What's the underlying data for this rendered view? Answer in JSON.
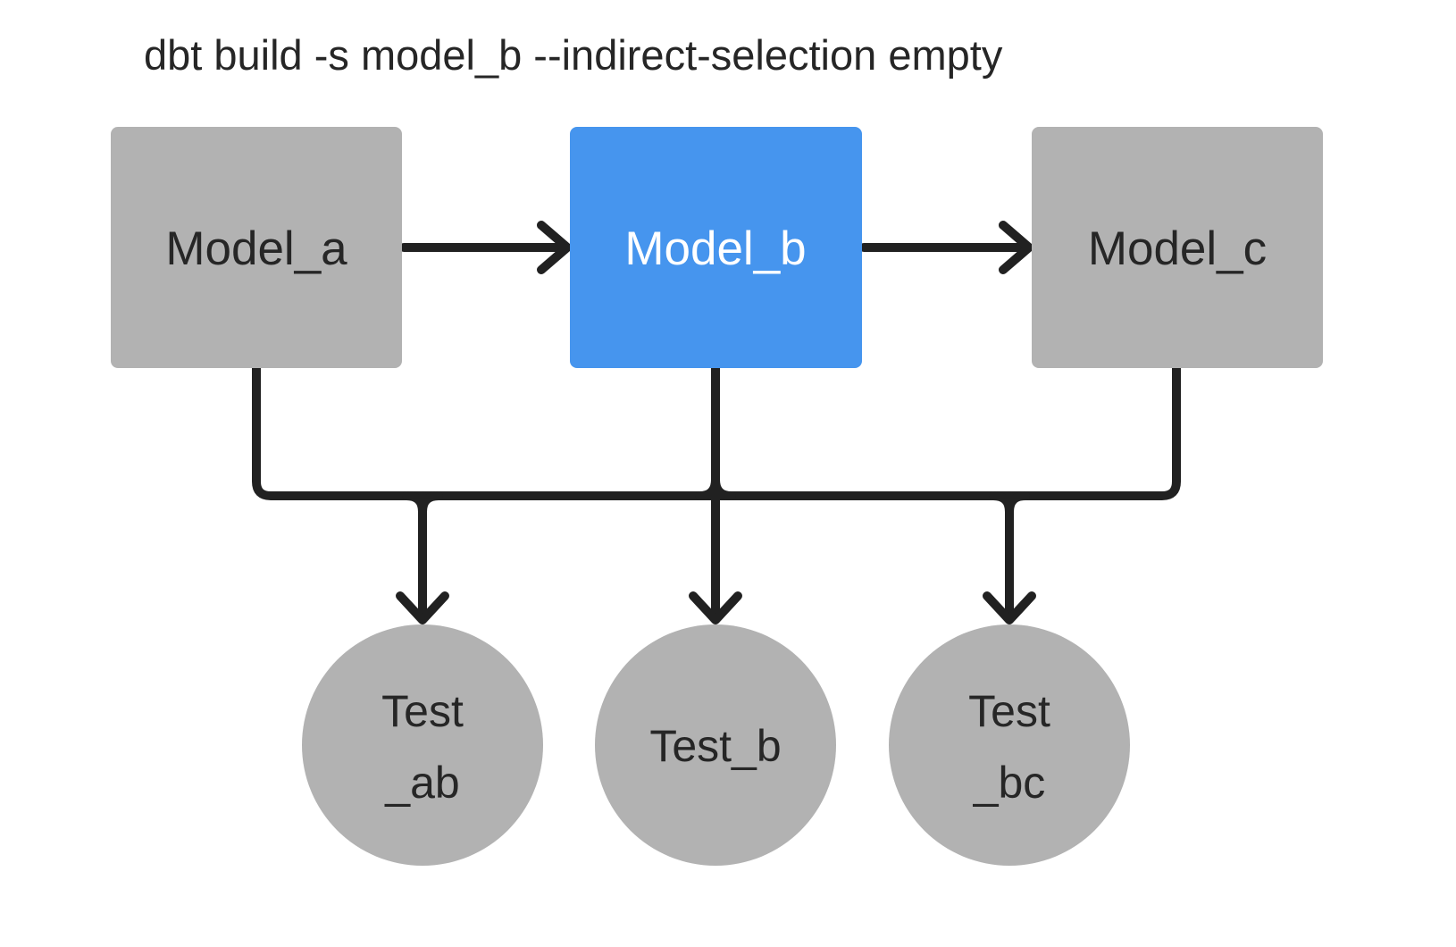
{
  "title": "dbt build -s model_b --indirect-selection empty",
  "colors": {
    "background": "#ffffff",
    "node_gray": "#b2b2b2",
    "node_selected_blue": "#4695ee",
    "edge_dark": "#212121",
    "text_dark": "#262626",
    "text_light": "#ffffff"
  },
  "nodes": {
    "models": [
      {
        "id": "model_a",
        "label": "Model_a",
        "shape": "rect",
        "state": "unselected"
      },
      {
        "id": "model_b",
        "label": "Model_b",
        "shape": "rect",
        "state": "selected"
      },
      {
        "id": "model_c",
        "label": "Model_c",
        "shape": "rect",
        "state": "unselected"
      }
    ],
    "tests": [
      {
        "id": "test_ab",
        "label": [
          "Test",
          "_ab"
        ],
        "shape": "circle",
        "state": "unselected"
      },
      {
        "id": "test_b",
        "label": [
          "Test_b"
        ],
        "shape": "circle",
        "state": "unselected"
      },
      {
        "id": "test_bc",
        "label": [
          "Test",
          "_bc"
        ],
        "shape": "circle",
        "state": "unselected"
      }
    ]
  },
  "edges": [
    {
      "from": "model_a",
      "to": "model_b",
      "type": "arrow"
    },
    {
      "from": "model_b",
      "to": "model_c",
      "type": "arrow"
    },
    {
      "from": "model_a",
      "to": "test_ab",
      "type": "arrow-bus"
    },
    {
      "from": "model_b",
      "to": "test_ab",
      "type": "arrow-bus"
    },
    {
      "from": "model_b",
      "to": "test_b",
      "type": "arrow-bus"
    },
    {
      "from": "model_b",
      "to": "test_bc",
      "type": "arrow-bus"
    },
    {
      "from": "model_c",
      "to": "test_bc",
      "type": "arrow-bus"
    }
  ]
}
